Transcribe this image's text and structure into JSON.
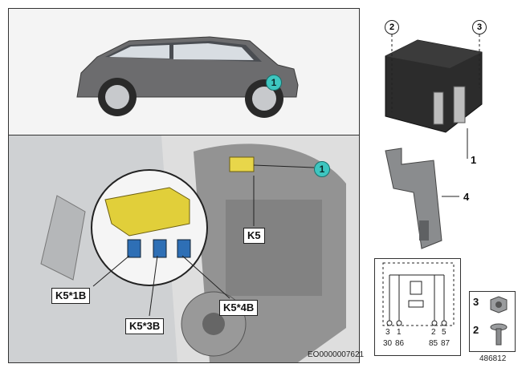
{
  "labels": {
    "k5": "K5",
    "k5_1b": "K5*1B",
    "k5_3b": "K5*3B",
    "k5_4b": "K5*4B",
    "callout_car": "1",
    "callout_engine": "1"
  },
  "parts": {
    "item1": "1",
    "item2": "2",
    "item3": "3",
    "item4": "4"
  },
  "fasteners": {
    "nut": "3",
    "bolt": "2"
  },
  "schematic": {
    "pin_top_left_a": "3",
    "pin_top_left_b": "1",
    "pin_top_right_a": "2",
    "pin_top_right_b": "5",
    "pin_bot_left_a": "30",
    "pin_bot_left_b": "86",
    "pin_bot_right_a": "85",
    "pin_bot_right_b": "87"
  },
  "codes": {
    "image_code": "EO0000007621",
    "part_code": "486812"
  }
}
